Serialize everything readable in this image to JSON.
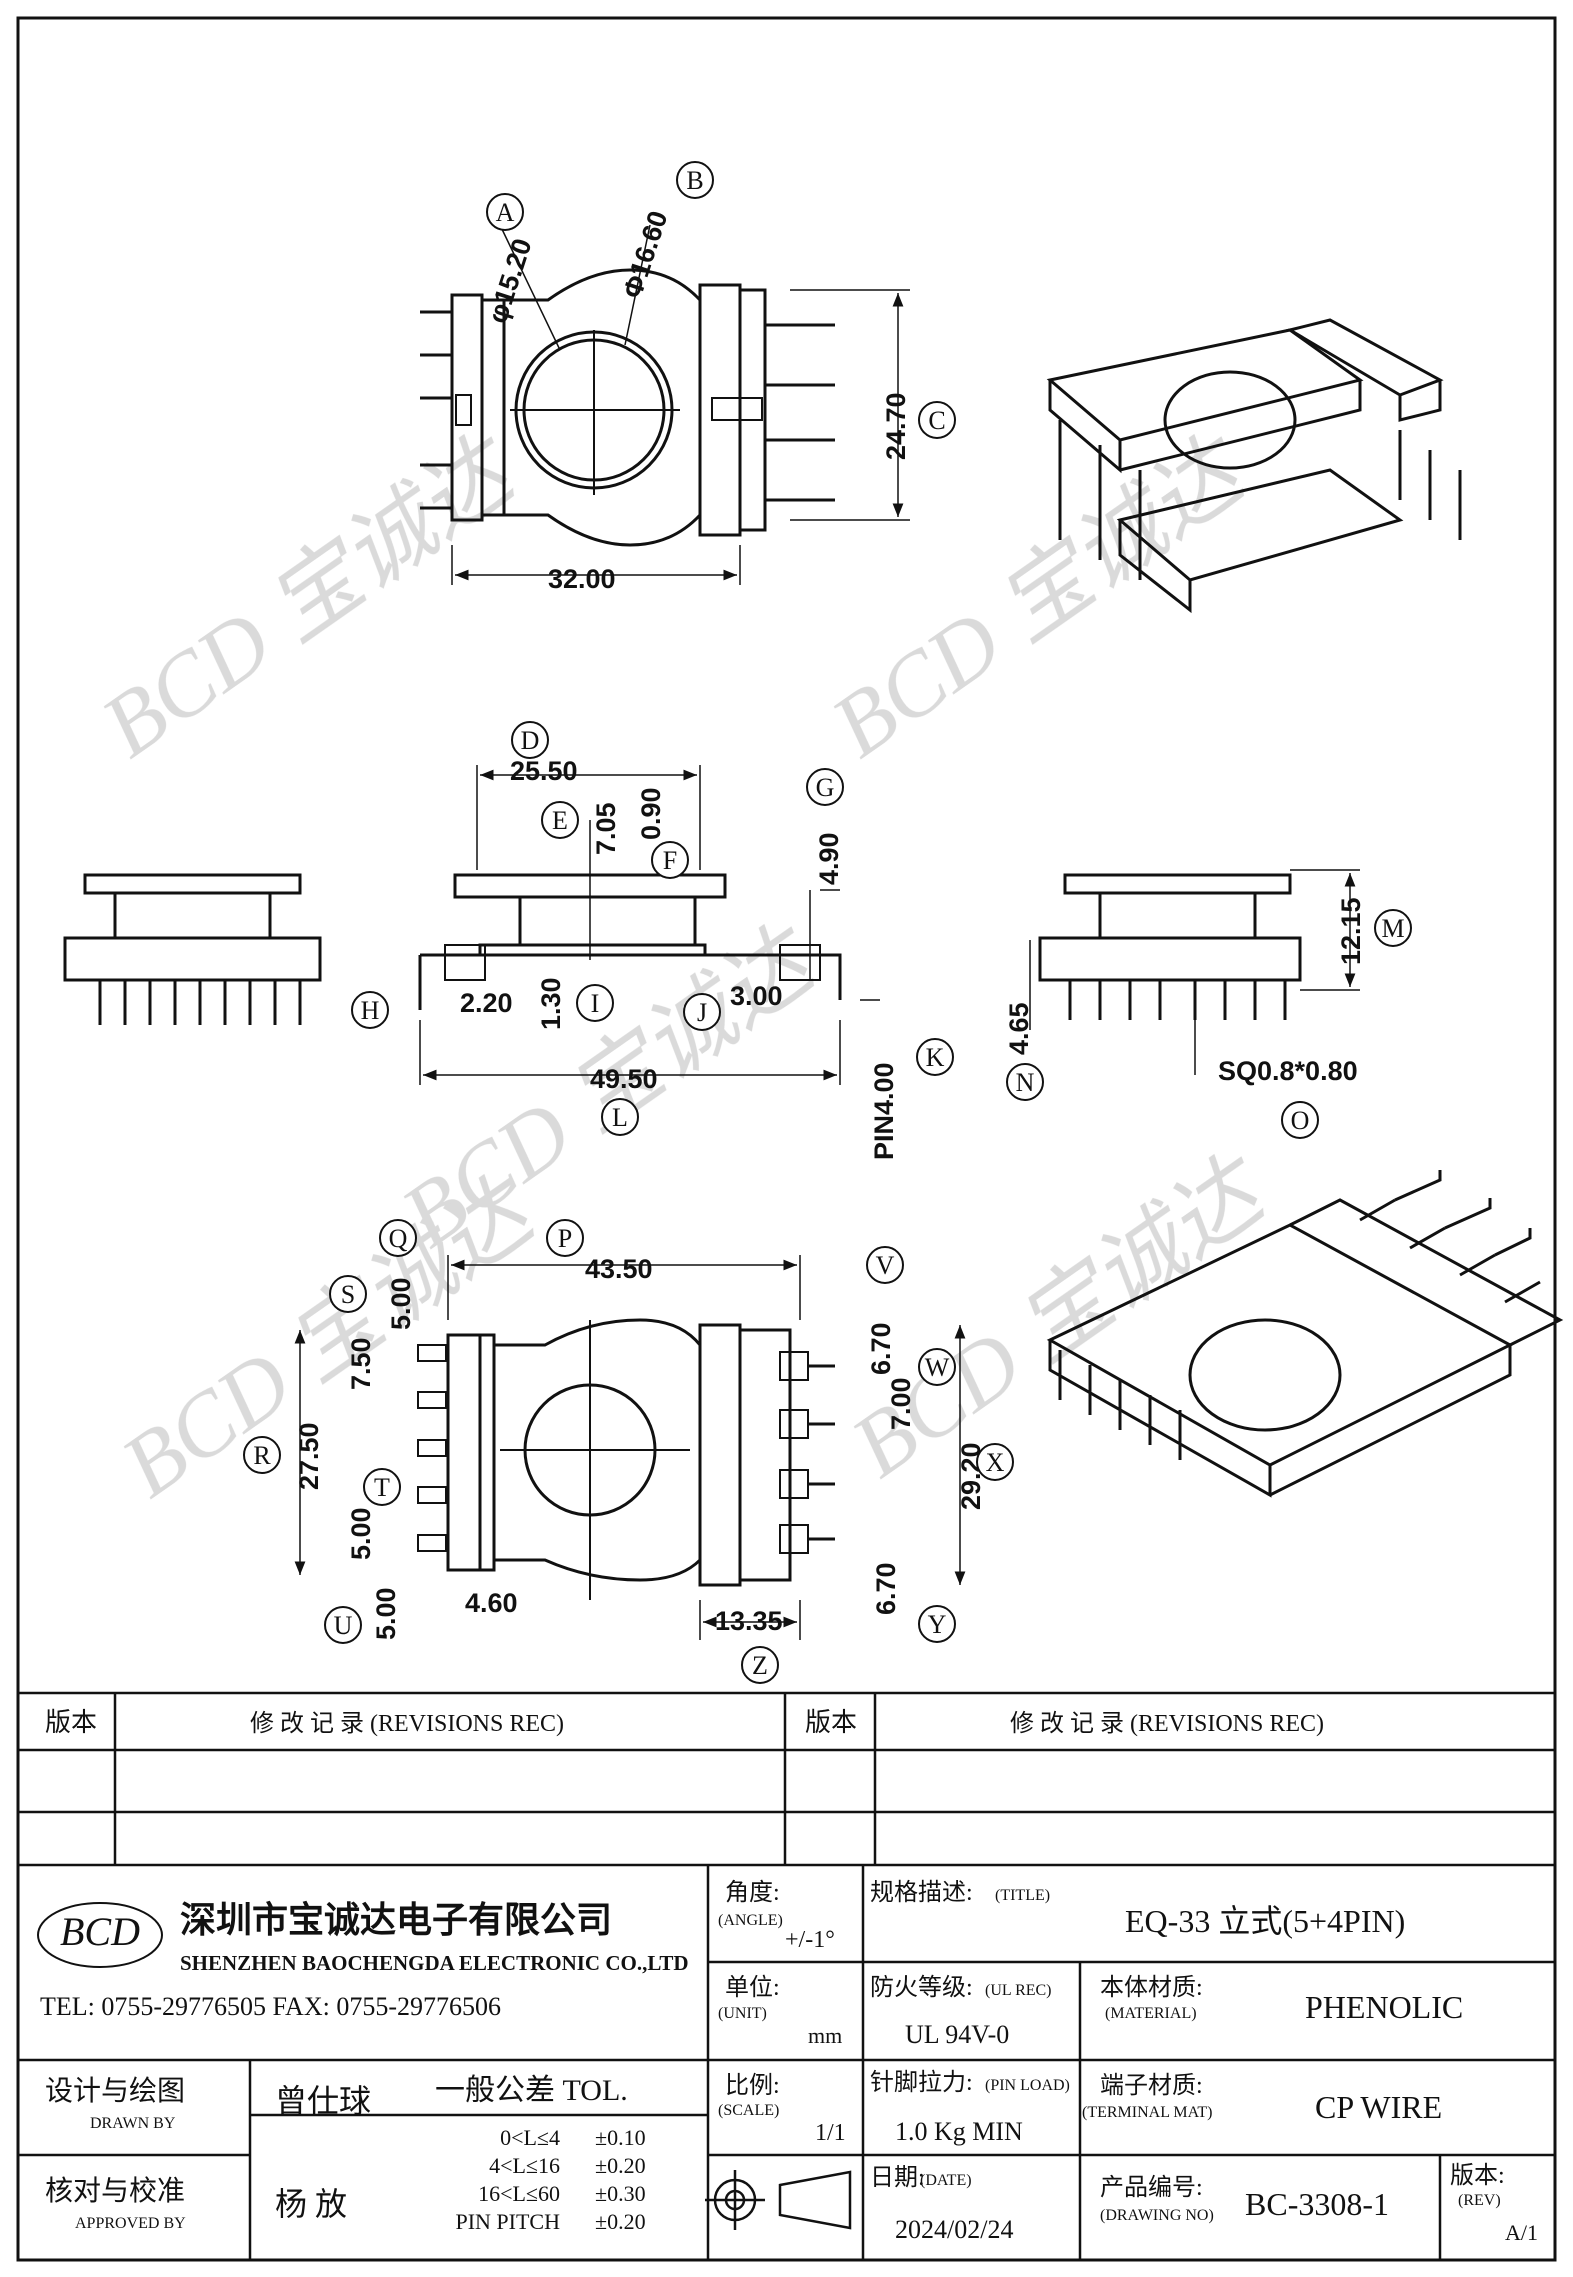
{
  "views": {
    "top": {
      "callouts": [
        "A",
        "B",
        "C"
      ],
      "dims": {
        "a": "φ15.20",
        "b": "Φ16.60",
        "c": "24.70",
        "width": "32.00"
      }
    },
    "front": {
      "callouts": [
        "D",
        "E",
        "F",
        "G",
        "H",
        "I",
        "J",
        "K",
        "L"
      ],
      "dims": {
        "d": "25.50",
        "e": "7.05",
        "f": "0.90",
        "g": "4.90",
        "h": "2.20",
        "i": "1.30",
        "j": "3.00",
        "k": "PIN4.00",
        "l": "49.50"
      }
    },
    "side": {
      "callouts": [
        "M",
        "N",
        "O"
      ],
      "dims": {
        "m": "12.15",
        "n": "4.65",
        "o": "SQ0.8*0.80"
      }
    },
    "bottom": {
      "callouts": [
        "P",
        "Q",
        "R",
        "S",
        "T",
        "U",
        "V",
        "W",
        "X",
        "Y",
        "Z"
      ],
      "dims": {
        "p": "43.50",
        "q": "5.00",
        "r": "27.50",
        "s": "7.50",
        "t": "5.00",
        "u": "5.00",
        "left_off": "4.60",
        "v": "6.70",
        "w": "7.00",
        "x": "29.20",
        "y": "6.70",
        "z": "13.35"
      }
    }
  },
  "watermark": "BCD 宝诚达",
  "title_block": {
    "rev_header_a": "版本",
    "rev_header_b": "修 改 记 录 (REVISIONS REC)",
    "rev_header_c": "版本",
    "rev_header_d": "修 改 记 录 (REVISIONS REC)",
    "logo": "BCD",
    "company_cn": "深圳市宝诚达电子有限公司",
    "company_en": "SHENZHEN BAOCHENGDA ELECTRONIC CO.,LTD",
    "tel_fax": "TEL: 0755-29776505  FAX: 0755-29776506",
    "angle_label": "角度:",
    "angle_label_en": "(ANGLE)",
    "angle_value": "+/-1°",
    "title_label": "规格描述:",
    "title_label_en": "(TITLE)",
    "title_value": "EQ-33 立式(5+4PIN)",
    "unit_label": "单位:",
    "unit_label_en": "(UNIT)",
    "unit_value": "mm",
    "ul_label": "防火等级:",
    "ul_label_en": "(UL REC)",
    "ul_value": "UL 94V-0",
    "material_label": "本体材质:",
    "material_label_en": "(MATERIAL)",
    "material_value": "PHENOLIC",
    "drawn_label": "设计与绘图",
    "drawn_label_en": "DRAWN BY",
    "drawn_value": "曾仕球",
    "tol_label": "一般公差 TOL.",
    "scale_label": "比例:",
    "scale_label_en": "(SCALE)",
    "scale_value": "1/1",
    "pinload_label": "针脚拉力:",
    "pinload_label_en": "(PIN LOAD)",
    "pinload_value": "1.0 Kg MIN",
    "terminal_label": "端子材质:",
    "terminal_label_en": "(TERMINAL MAT)",
    "terminal_value": "CP WIRE",
    "approved_label": "核对与校准",
    "approved_label_en": "APPROVED BY",
    "approved_value": "杨 放",
    "tol_rows": [
      {
        "range": "0<L≤4",
        "value": "±0.10"
      },
      {
        "range": "4<L≤16",
        "value": "±0.20"
      },
      {
        "range": "16<L≤60",
        "value": "±0.30"
      },
      {
        "range": "PIN PITCH",
        "value": "±0.20"
      }
    ],
    "date_label": "日期:",
    "date_label_en": "(DATE)",
    "date_value": "2024/02/24",
    "drawing_no_label": "产品编号:",
    "drawing_no_label_en": "(DRAWING NO)",
    "drawing_no_value": "BC-3308-1",
    "rev_label": "版本:",
    "rev_label_en": "(REV)",
    "rev_value": "A/1"
  }
}
